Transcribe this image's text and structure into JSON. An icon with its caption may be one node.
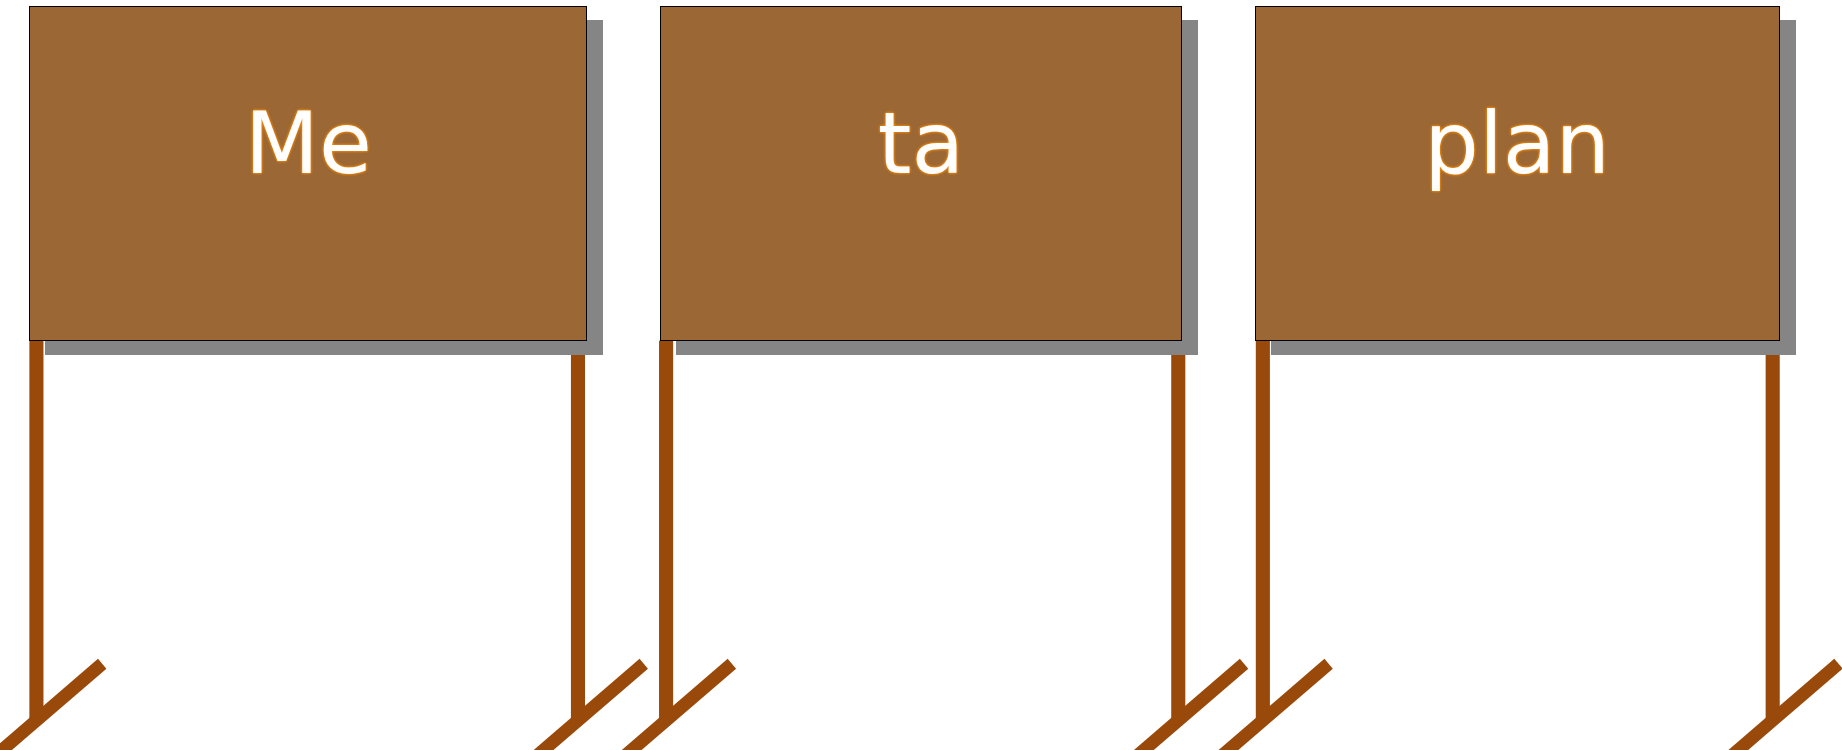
{
  "diagram": {
    "nodes": [
      {
        "text": [
          "Me"
        ]
      },
      {
        "text": [
          "ta"
        ]
      },
      {
        "text": [
          "plan"
        ]
      }
    ]
  }
}
